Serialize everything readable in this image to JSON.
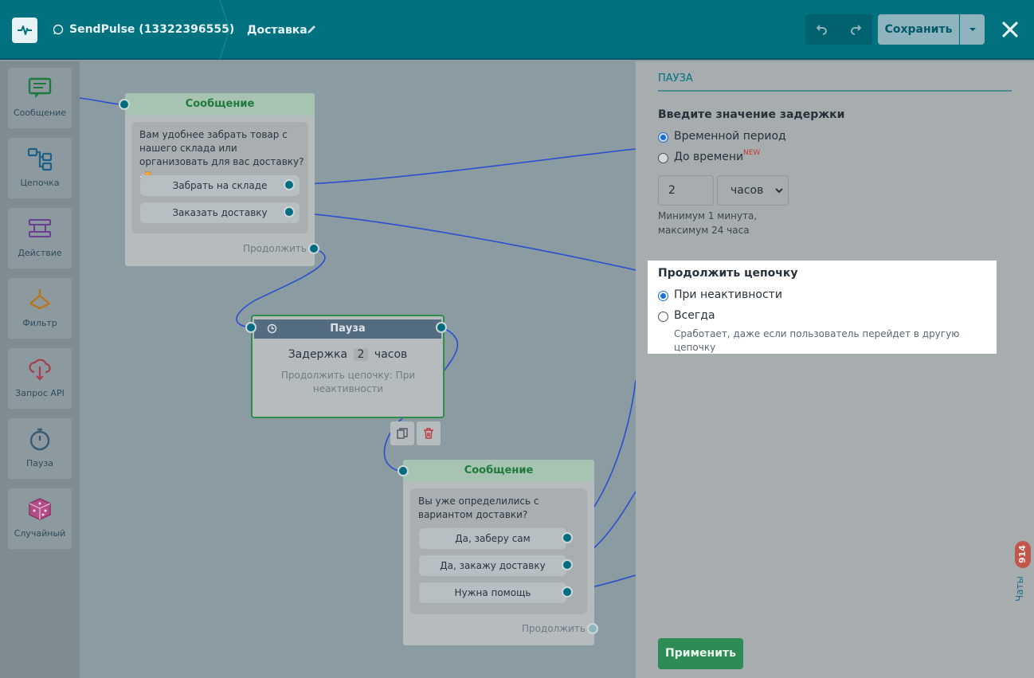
{
  "topbar": {
    "app_title": "SendPulse (13322396555)",
    "flow_title": "Доставка",
    "save_label": "Сохранить"
  },
  "toolbar": {
    "items": [
      {
        "label": "Сообщение",
        "icon": "message-icon"
      },
      {
        "label": "Цепочка",
        "icon": "chain-icon"
      },
      {
        "label": "Действие",
        "icon": "action-icon"
      },
      {
        "label": "Фильтр",
        "icon": "filter-icon"
      },
      {
        "label": "Запрос API",
        "icon": "api-icon"
      },
      {
        "label": "Пауза",
        "icon": "stopwatch-icon"
      },
      {
        "label": "Случайный",
        "icon": "dice-icon"
      }
    ]
  },
  "canvas": {
    "node1": {
      "title": "Сообщение",
      "text": "Вам удобнее забрать товар с нашего склада или организовать для вас доставку? 🚚",
      "buttons": [
        "Забрать на складе",
        "Заказать доставку"
      ],
      "continue": "Продолжить"
    },
    "pause": {
      "title": "Пауза",
      "delay_prefix": "Задержка",
      "delay_value": "2",
      "delay_unit": "часов",
      "continue_text": "Продолжить цепочку: При неактивности"
    },
    "node2": {
      "title": "Сообщение",
      "text": "Вы уже определились с вариантом доставки?",
      "buttons": [
        "Да, заберу сам",
        "Да, закажу доставку",
        "Нужна помощь"
      ],
      "continue": "Продолжить"
    }
  },
  "panel": {
    "title": "ПАУЗА",
    "delay_heading": "Введите значение задержки",
    "option_period": "Временной период",
    "option_until": "До времени",
    "new_badge": "NEW",
    "delay_input_value": "2",
    "unit_selected": "часов",
    "hint_line1": "Минимум 1 минута,",
    "hint_line2": "максимум 24 часа",
    "continue_heading": "Продолжить цепочку",
    "option_inactive": "При неактивности",
    "option_always": "Всегда",
    "always_hint": "Сработает, даже если пользователь перейдет в другую цепочку",
    "apply_label": "Применить"
  },
  "chats": {
    "label": "Чаты",
    "count": "914"
  },
  "colors": {
    "brand": "#00717f",
    "accent_green": "#2d8b55",
    "wire": "#2a4fd0"
  }
}
